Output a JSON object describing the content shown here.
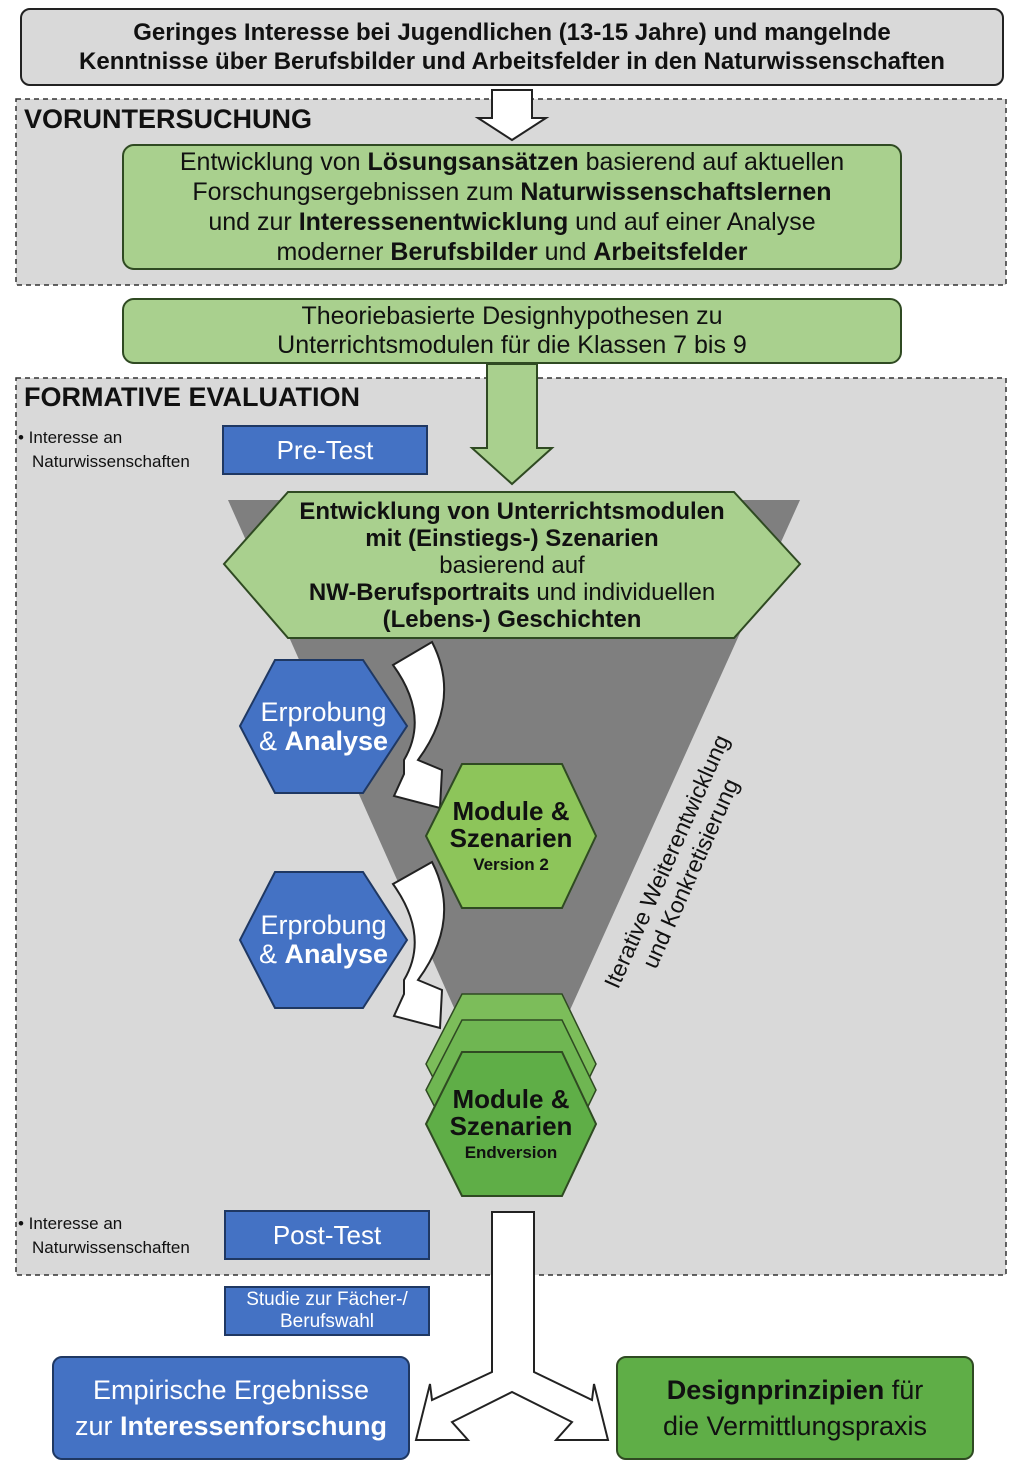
{
  "problem": {
    "line1": "Geringes Interesse bei Jugendlichen (13-15 Jahre) und mangelnde",
    "line2": "Kenntnisse über Berufsbilder und Arbeitsfelder in den Naturwissenschaften"
  },
  "voruntersuchung": {
    "label": "VORUNTERSUCHUNG",
    "t1": "Entwicklung von ",
    "t1b": "Lösungsansätzen",
    "t1c": " basierend auf  aktuellen",
    "t2": "Forschungsergebnissen zum ",
    "t2b": "Naturwissenschaftslernen",
    "t3": "und zur ",
    "t3b": "Interessenentwicklung",
    "t3c": " und auf  einer Analyse",
    "t4": "moderner ",
    "t4b": "Berufsbilder",
    "t4c": " und ",
    "t4d": "Arbeitsfelder"
  },
  "hypothesen": {
    "line1": "Theoriebasierte Designhypothesen zu",
    "line2": "Unterrichtsmodulen für die Klassen 7 bis 9"
  },
  "formative": {
    "label": "FORMATIVE EVALUATION",
    "note_bullet": "• Interesse an",
    "note_line2": "Naturwissenschaften",
    "pre_test": "Pre-Test",
    "post_test": "Post-Test"
  },
  "entwicklung": {
    "l1": "Entwicklung von Unterrichtsmodulen",
    "l2": "mit (Einstiegs-) Szenarien",
    "l3": "basierend auf",
    "l4b": "NW-Berufsportraits",
    "l4c": " und individuellen",
    "l5": "(Lebens-) Geschichten"
  },
  "erprobung": {
    "line1": "Erprobung",
    "amp": "& ",
    "analyse": "Analyse"
  },
  "module": {
    "line1": "Module &",
    "line2": "Szenarien",
    "version2": "Version 2",
    "endversion": "Endversion"
  },
  "iterative": {
    "line1": "Iterative Weiterentwicklung",
    "line2": "und Konkretisierung"
  },
  "studie": {
    "line1": "Studie zur Fächer-/",
    "line2": "Berufswahl"
  },
  "ergebnisse": {
    "l1": "Empirische Ergebnisse",
    "l2a": "zur ",
    "l2b": "Interessenforschung"
  },
  "design": {
    "l1b": "Designprinzipien",
    "l1c": " für",
    "l2": "die Vermittlungspraxis"
  },
  "colors": {
    "green_light": "#a9d08e",
    "green_mid": "#8dc55a",
    "green_dark": "#5fae47",
    "blue": "#4472c4",
    "gray_panel": "#d9d9d9",
    "funnel": "#7f7f7f"
  }
}
